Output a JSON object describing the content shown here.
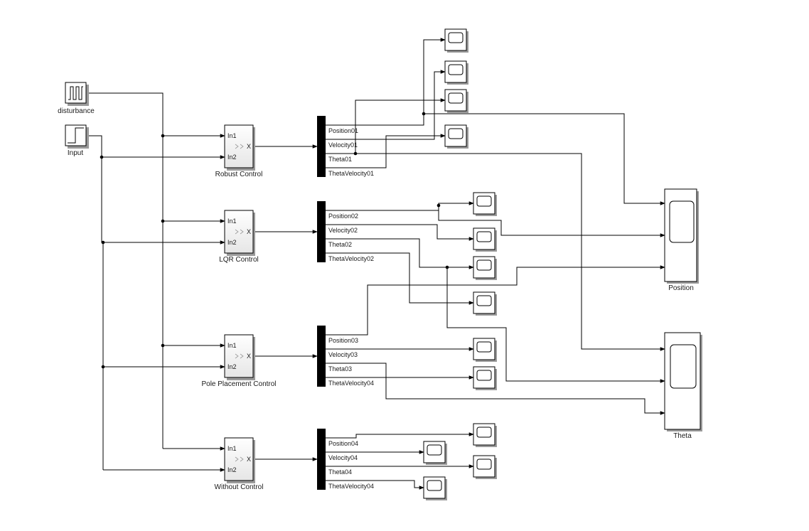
{
  "sources": {
    "disturbance": "disturbance",
    "input": "Input"
  },
  "controllers": [
    {
      "name": "Robust Control",
      "in1": "In1",
      "in2": "In2",
      "out": "X"
    },
    {
      "name": "LQR Control",
      "in1": "In1",
      "in2": "In2",
      "out": "X"
    },
    {
      "name": "Pole Placement Control",
      "in1": "In1",
      "in2": "In2",
      "out": "X"
    },
    {
      "name": "Without Control",
      "in1": "In1",
      "in2": "In2",
      "out": "X"
    }
  ],
  "demux_signals": [
    [
      "Position01",
      "Velocity01",
      "Theta01",
      "ThetaVelocity01"
    ],
    [
      "Position02",
      "Velocity02",
      "Theta02",
      "ThetaVelocity02"
    ],
    [
      "Position03",
      "Velocity03",
      "Theta03",
      "ThetaVelocity04"
    ],
    [
      "Position04",
      "Velocity04",
      "Theta04",
      "ThetaVelocity04"
    ]
  ],
  "scopes": {
    "position": "Position",
    "theta": "Theta"
  }
}
